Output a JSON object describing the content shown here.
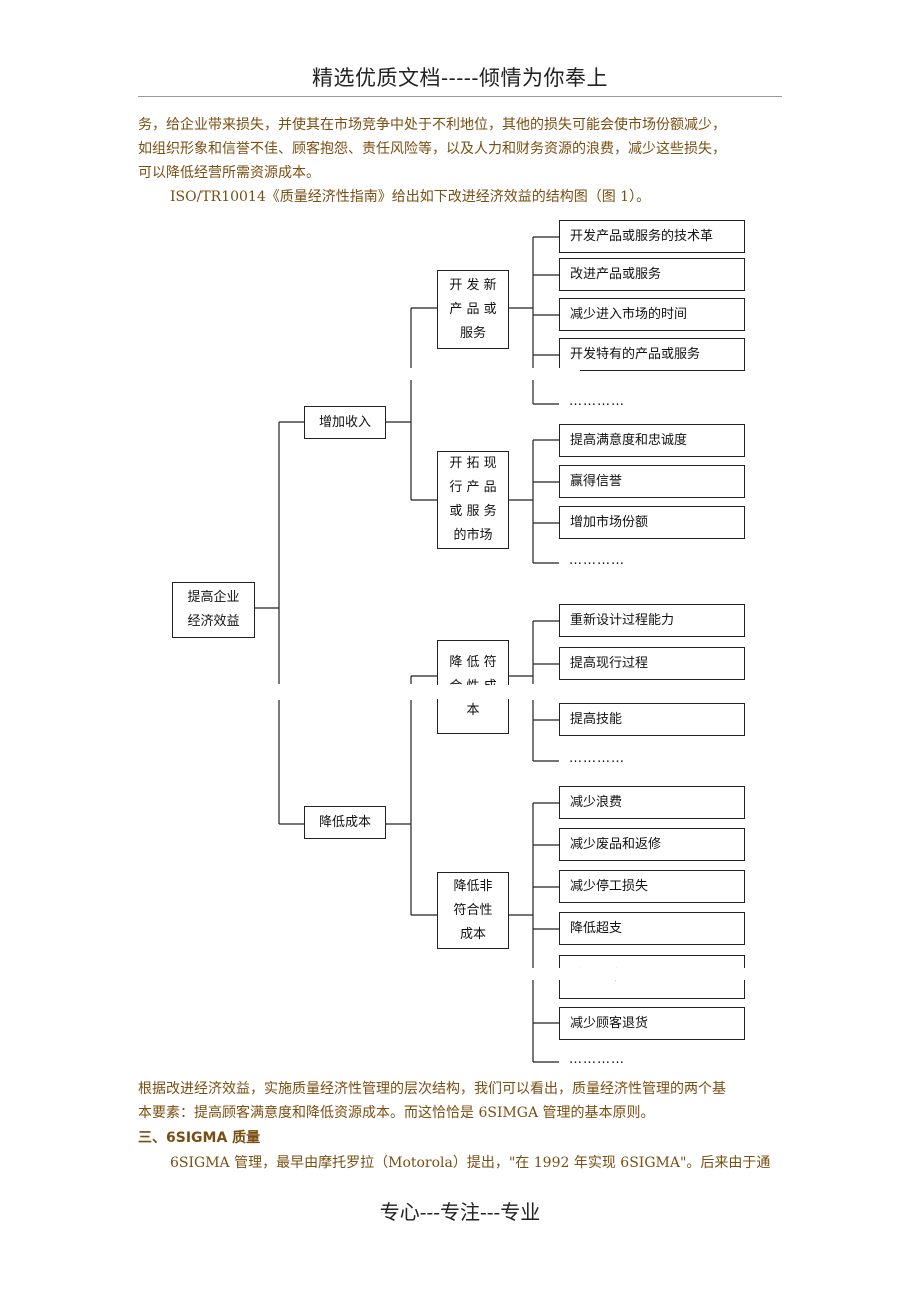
{
  "header": {
    "title": "精选优质文档-----倾情为你奉上"
  },
  "body": {
    "para1_lines": [
      "务，给企业带来损失，并使其在市场竞争中处于不利地位，其他的损失可能会使市场份额减少，",
      "如组织形象和信誉不佳、顾客抱怨、责任风险等，以及人力和财务资源的浪费，减少这些损失，",
      "可以降低经营所需资源成本。"
    ],
    "para2": "ISO/TR10014《质量经济性指南》给出如下改进经济效益的结构图（图 1）。",
    "para3_lines": [
      "根据改进经济效益，实施质量经济性管理的层次结构，我们可以看出，质量经济性管理的两个基",
      "本要素：提高顾客满意度和降低资源成本。而这恰恰是 6SIMGA 管理的基本原则。"
    ],
    "section_title": "三、6SIGMA 质量",
    "para4": "6SIGMA 管理，最早由摩托罗拉（Motorola）提出，\"在 1992 年实现 6SIGMA\"。后来由于通"
  },
  "diagram": {
    "root": "提高企业\n经济效益",
    "level1": [
      "增加收入",
      "降低成本"
    ],
    "level2": [
      "开 发 新\n产 品 或\n服务",
      "开 拓 现\n行 产 品\n或 服 务\n的市场",
      "降 低 符\n合 性 成\n本",
      "降低非\n符合性\n成本"
    ],
    "group1": [
      "开发产品或服务的技术革",
      "改进产品或服务",
      "减少进入市场的时间",
      "开发特有的产品或服务"
    ],
    "group2": [
      "提高满意度和忠诚度",
      "赢得信誉",
      "增加市场份额"
    ],
    "group3": [
      "重新设计过程能力",
      "提高现行过程",
      "提高技能"
    ],
    "group4": [
      "减少浪费",
      "减少废品和返修",
      "减少停工损失",
      "降低超支",
      "减少污染",
      "减少顾客退货"
    ],
    "ellipsis": "…………"
  },
  "footer": {
    "text": "专心---专注---专业"
  }
}
